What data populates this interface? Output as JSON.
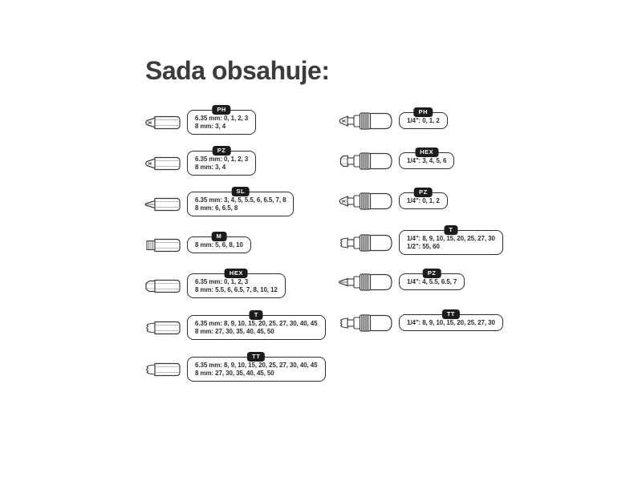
{
  "title": "Sada obsahuje:",
  "colors": {
    "background": "#ffffff",
    "title_text": "#3c3c3b",
    "badge_background": "#1c1c1b",
    "badge_text": "#ffffff",
    "box_border": "#2e2e2d",
    "box_text": "#2b2b2a"
  },
  "left_column": {
    "rows": [
      {
        "badge": "PH",
        "icon": "phillips-bit",
        "lines": [
          "6.35 mm: 0, 1, 2, 3",
          "8 mm: 3, 4"
        ]
      },
      {
        "badge": "PZ",
        "icon": "pozidriv-bit",
        "lines": [
          "6.35 mm: 0, 1, 2, 3",
          "8 mm: 3, 4"
        ]
      },
      {
        "badge": "SL",
        "icon": "slotted-bit",
        "lines": [
          "6.35 mm: 3, 4, 5, 5.5, 6, 6.5, 7, 8",
          "8 mm: 6, 6.5, 8"
        ]
      },
      {
        "badge": "M",
        "icon": "spline-bit",
        "lines": [
          "8 mm: 5, 6, 8, 10"
        ]
      },
      {
        "badge": "HEX",
        "icon": "hex-bit",
        "lines": [
          "6.35 mm: 0, 1, 2, 3",
          "8 mm: 5.5, 6, 6.5, 7, 8, 10, 12"
        ]
      },
      {
        "badge": "T",
        "icon": "torx-bit",
        "lines": [
          "6.35 mm: 8, 9, 10, 15, 20, 25, 27, 30, 40, 45",
          "8 mm: 27, 30, 35, 40, 45, 50"
        ]
      },
      {
        "badge": "TT",
        "icon": "torx-tamper-bit",
        "lines": [
          "6.35 mm: 8, 9, 10, 15, 20, 25, 27, 30, 40, 45",
          "8 mm: 27, 30, 35, 40, 45, 50"
        ]
      }
    ]
  },
  "right_column": {
    "rows": [
      {
        "badge": "PH",
        "icon": "phillips-socket-bit",
        "lines": [
          "1/4\": 0, 1, 2"
        ]
      },
      {
        "badge": "HEX",
        "icon": "hex-socket-bit",
        "lines": [
          "1/4\": 3, 4, 5, 6"
        ]
      },
      {
        "badge": "PZ",
        "icon": "pozidriv-socket-bit",
        "lines": [
          "1/4\": 0, 1, 2"
        ]
      },
      {
        "badge": "T",
        "icon": "torx-socket-bit",
        "lines": [
          "1/4\": 8, 9, 10, 15, 20, 25, 27, 30",
          "1/2\": 55, 60"
        ]
      },
      {
        "badge": "PZ",
        "icon": "slotted-socket-bit",
        "lines": [
          "1/4\": 4, 5.5, 6.5, 7"
        ]
      },
      {
        "badge": "TT",
        "icon": "torx-tamper-socket-bit",
        "lines": [
          "1/4\": 8, 9, 10, 15, 20, 25, 27, 30"
        ]
      }
    ]
  }
}
